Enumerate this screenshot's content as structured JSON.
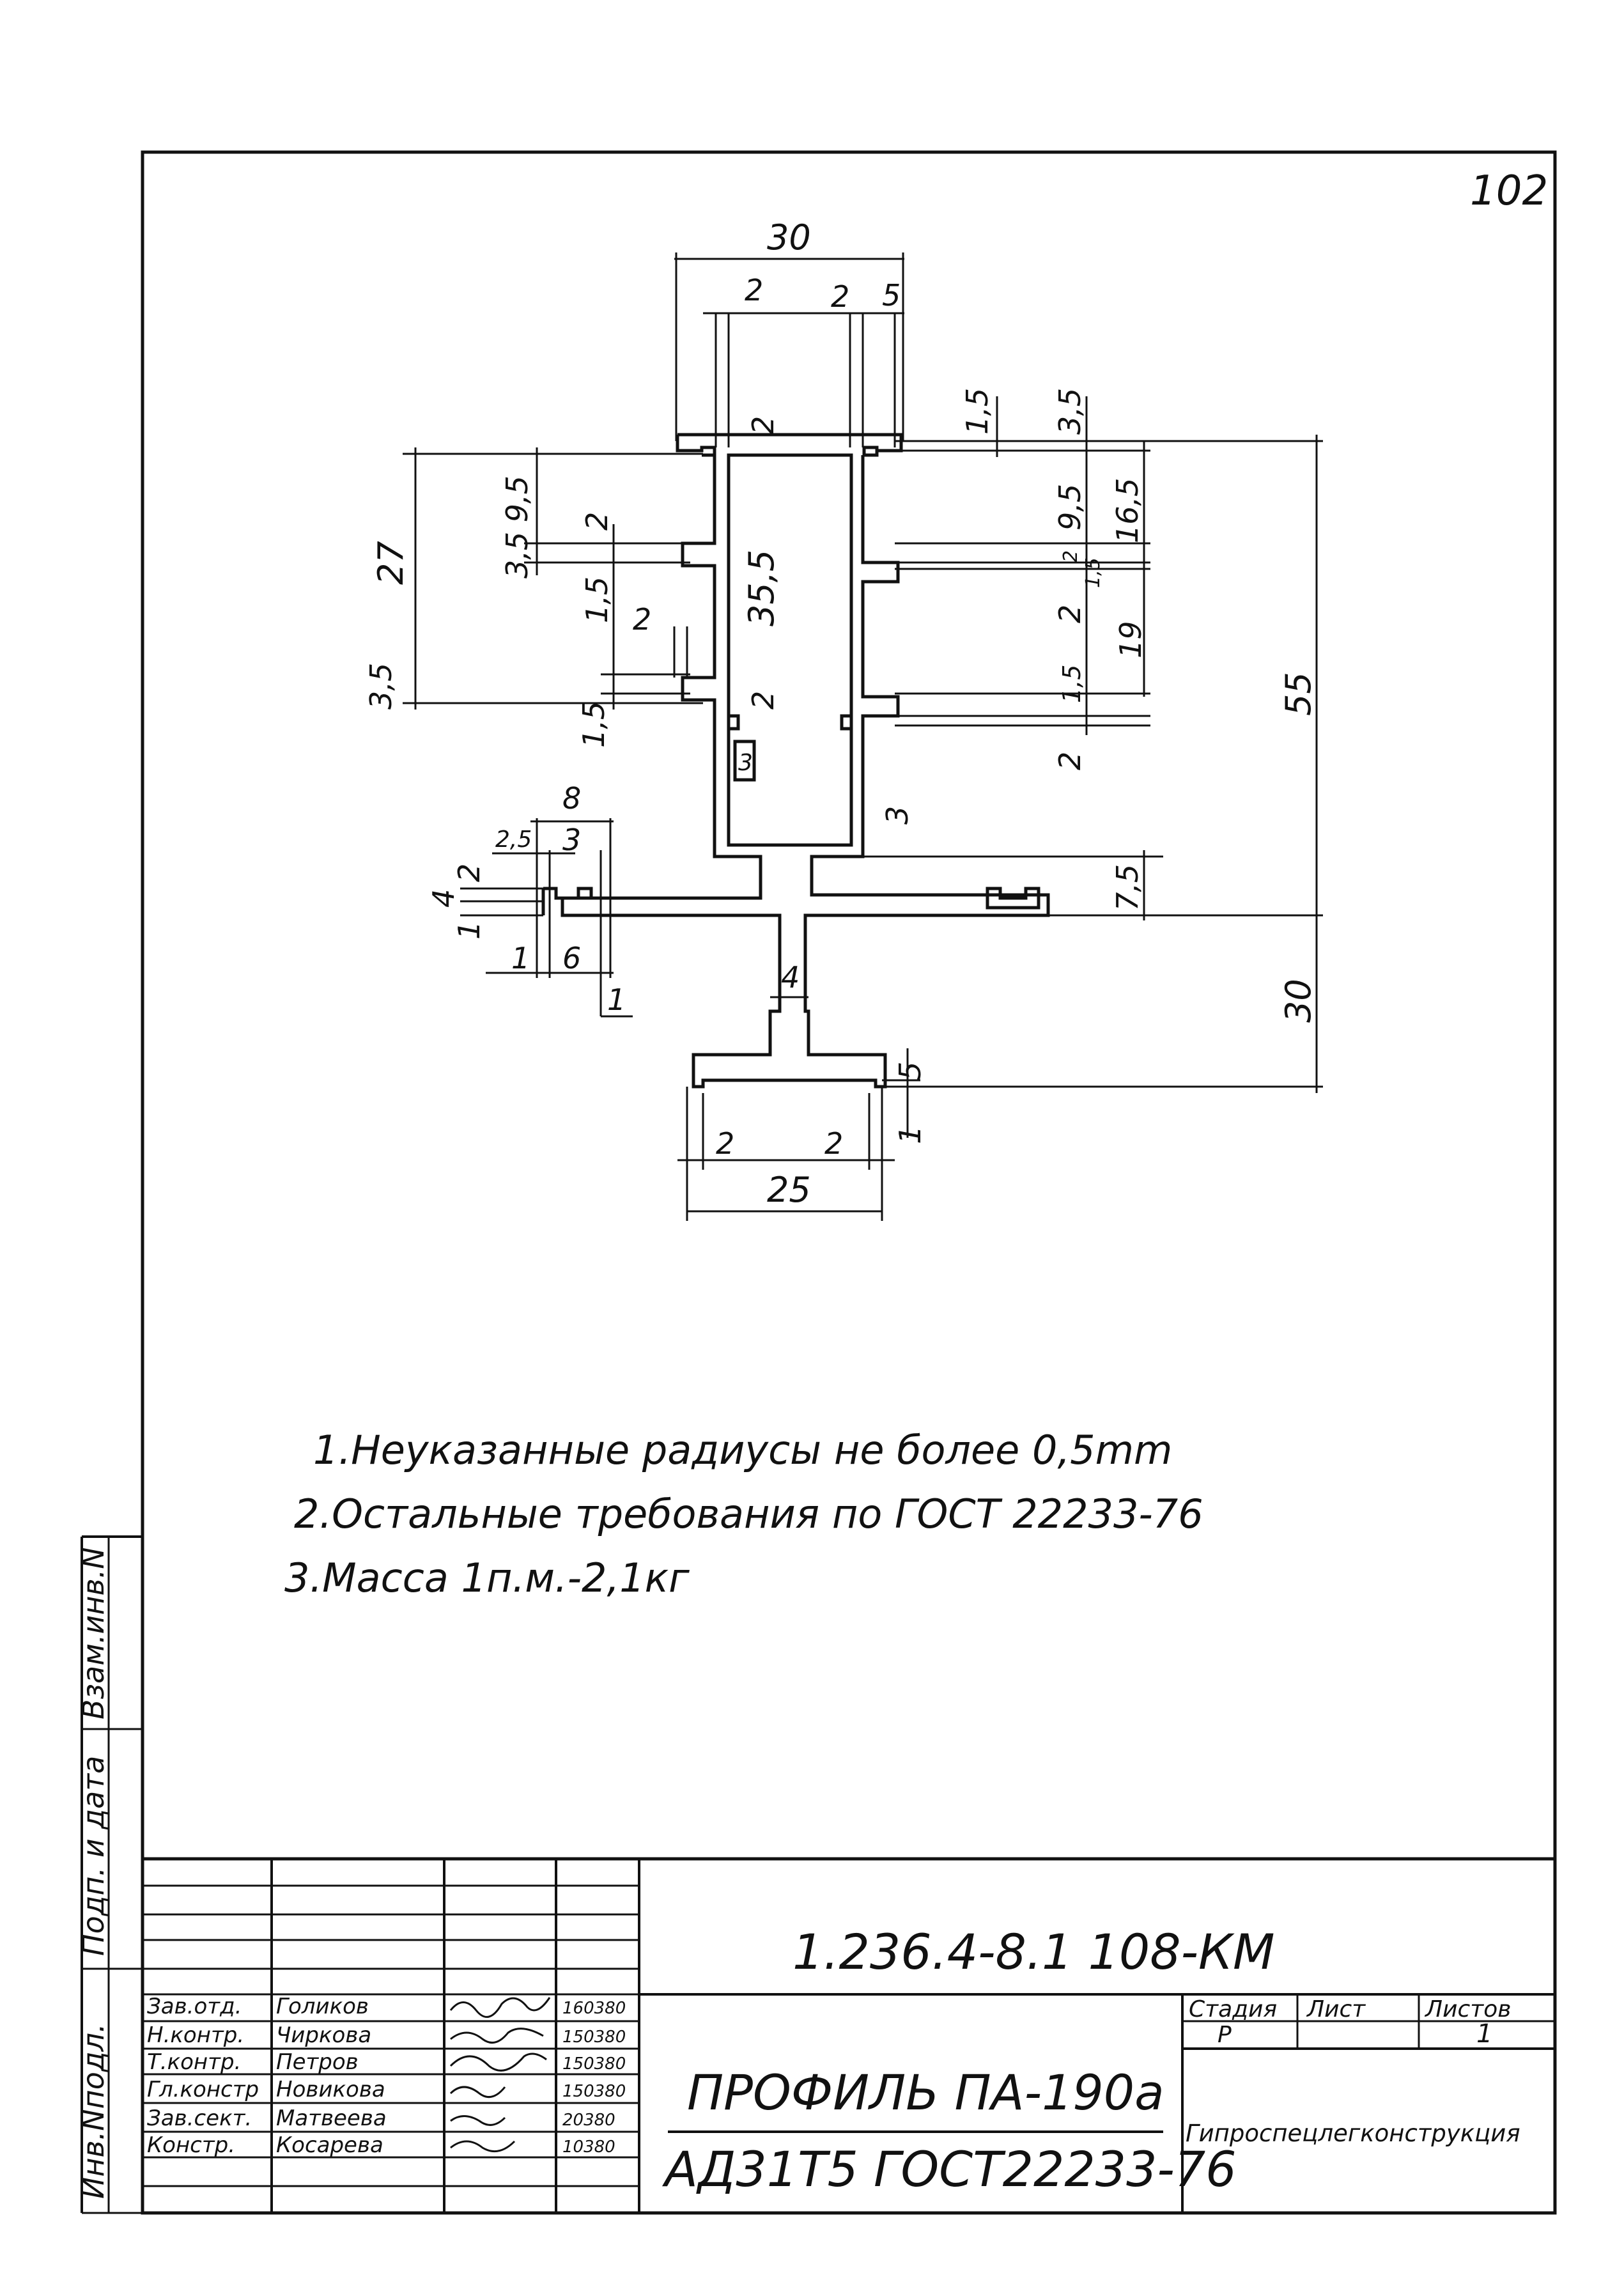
{
  "sheet": {
    "page_number": "102"
  },
  "dimensions": {
    "top_width": "30",
    "top_left_2": "2",
    "top_right_2": "2",
    "top_right_5": "5",
    "r_1_5_top": "1,5",
    "r_3_5_top": "3,5",
    "r_9_5": "9,5",
    "r_16_5": "16,5",
    "r_2_small": "2",
    "r_1_5_small": "1,5",
    "r_2_b": "2",
    "r_19": "19",
    "r_1_5_c": "1,5",
    "r_2_c": "2",
    "r_55": "55",
    "l_27": "27",
    "l_3_5_9_5": "3,5 9,5",
    "l_2_a": "2",
    "l_1_5_a": "1,5",
    "l_2_b": "2",
    "l_3_5": "3,5",
    "l_1_5_b": "1,5",
    "inner_35_5": "35,5",
    "inner_2_top": "2",
    "inner_2_bot": "2",
    "inner_3": "3",
    "r_3": "3",
    "r_7_5": "7,5",
    "slot_8": "8",
    "slot_2_5": "2,5",
    "slot_3": "3",
    "slot_2": "2",
    "slot_4": "4",
    "slot_1": "1",
    "slot_1b": "1",
    "slot_6": "6",
    "slot_1c": "1",
    "stem_4": "4",
    "r_30": "30",
    "r_5": "5",
    "r_1": "1",
    "bottom_2_left": "2",
    "bottom_2_right": "2",
    "bottom_25": "25"
  },
  "notes": [
    "1.Неуказанные радиусы не более 0,5mm",
    "2.Остальные требования  по ГОСТ 22233-76",
    "3.Масса 1п.м.-2,1кг"
  ],
  "side_stamps": {
    "vzam": "Взам.инв.N",
    "podp_data": "Подп. и дата",
    "inv_podl": "Инв.Nподл."
  },
  "title_block": {
    "doc_code": "1.236.4-8.1   108-КМ",
    "title_line1": "ПРОФИЛЬ ПА-190а",
    "title_line2": "АД31Т5 ГОСТ22233-76",
    "stage_header": "Стадия",
    "sheet_header": "Лист",
    "sheets_header": "Листов",
    "stage_value": "Р",
    "sheet_value": "",
    "sheets_value": "1",
    "organization": "Гипроспецлегконструкция",
    "rows": [
      {
        "role": "Зав.отд.",
        "name": "Голиков",
        "date": "160380"
      },
      {
        "role": "Н.контр.",
        "name": "Чиркова",
        "date": "150380"
      },
      {
        "role": "Т.контр.",
        "name": "Петров",
        "date": "150380"
      },
      {
        "role": "Гл.констр",
        "name": "Новикова",
        "date": "150380"
      },
      {
        "role": "Зав.сект.",
        "name": "Матвеева",
        "date": "20380"
      },
      {
        "role": "Констр.",
        "name": "Косарева",
        "date": "10380"
      }
    ]
  }
}
